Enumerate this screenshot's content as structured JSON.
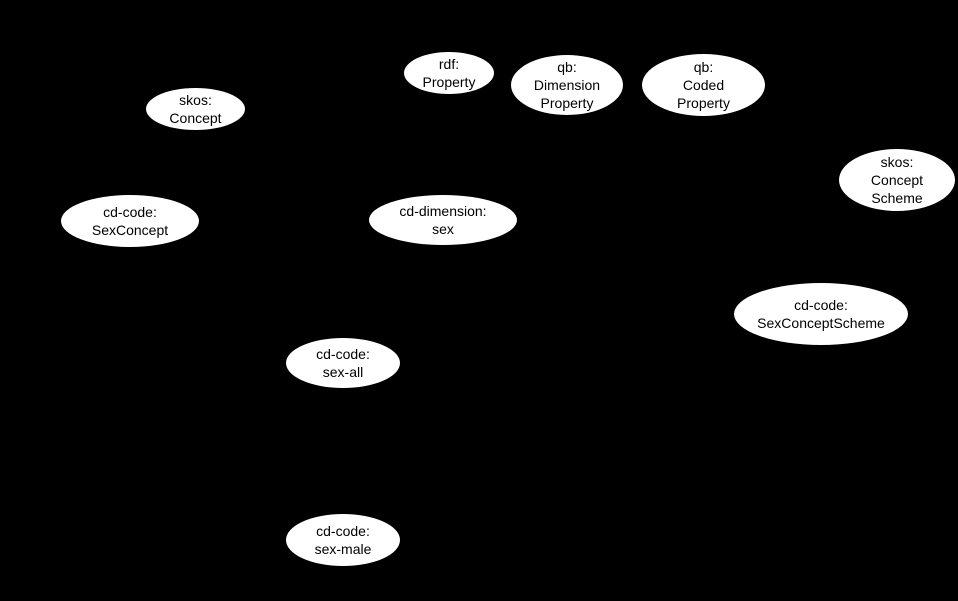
{
  "diagram": {
    "background_color": "#000000",
    "node_fill_color": "#ffffff",
    "node_text_color": "#000000",
    "nodes": [
      {
        "id": "skos-concept",
        "label": "skos:\nConcept"
      },
      {
        "id": "rdf-property",
        "label": "rdf:\nProperty"
      },
      {
        "id": "qb-dimension-property",
        "label": "qb:\nDimension\nProperty"
      },
      {
        "id": "qb-coded-property",
        "label": "qb:\nCoded\nProperty"
      },
      {
        "id": "skos-concept-scheme",
        "label": "skos:\nConcept\nScheme"
      },
      {
        "id": "cd-code-sexconcept",
        "label": "cd-code:\nSexConcept"
      },
      {
        "id": "cd-dimension-sex",
        "label": "cd-dimension:\nsex"
      },
      {
        "id": "cd-code-sexconceptscheme",
        "label": "cd-code:\nSexConceptScheme"
      },
      {
        "id": "cd-code-sex-all",
        "label": "cd-code:\nsex-all"
      },
      {
        "id": "cd-code-sex-male",
        "label": "cd-code:\nsex-male"
      }
    ]
  }
}
